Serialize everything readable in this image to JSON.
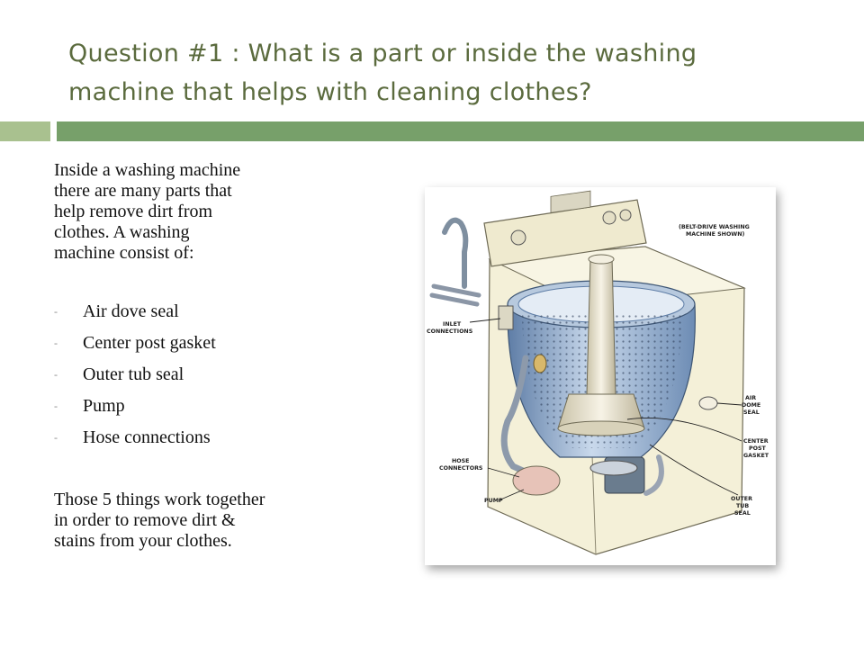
{
  "slide": {
    "title_line1": "Question #1 : What is a part or inside the washing",
    "title_line2": "machine that helps with cleaning clothes?",
    "intro": [
      "Inside a washing machine",
      "there are many parts that",
      "help remove dirt from",
      "clothes. A washing",
      "machine consist of:"
    ],
    "bullet_marker": "-",
    "parts": [
      "Air dove seal",
      "Center post gasket",
      "Outer tub seal",
      "Pump",
      "Hose connections"
    ],
    "closing": [
      "Those 5 things work together",
      "in order to remove dirt &",
      "stains from your clothes."
    ]
  },
  "diagram": {
    "note_line1": "(BELT-DRIVE WASHING",
    "note_line2": "MACHINE SHOWN)",
    "inlet_line1": "INLET",
    "inlet_line2": "CONNECTIONS",
    "air_line1": "AIR",
    "air_line2": "DOME",
    "air_line3": "SEAL",
    "center_line1": "CENTER",
    "center_line2": "POST",
    "center_line3": "GASKET",
    "hose_line1": "HOSE",
    "hose_line2": "CONNECTORS",
    "pump": "PUMP",
    "outer_line1": "OUTER",
    "outer_line2": "TUB",
    "outer_line3": "SEAL"
  },
  "colors": {
    "title": "#5b6b3e",
    "accent_light": "#a9c18f",
    "accent_dark": "#77a06a",
    "cabinet": "#f4f0d8",
    "tub": "#8ea9c9"
  }
}
